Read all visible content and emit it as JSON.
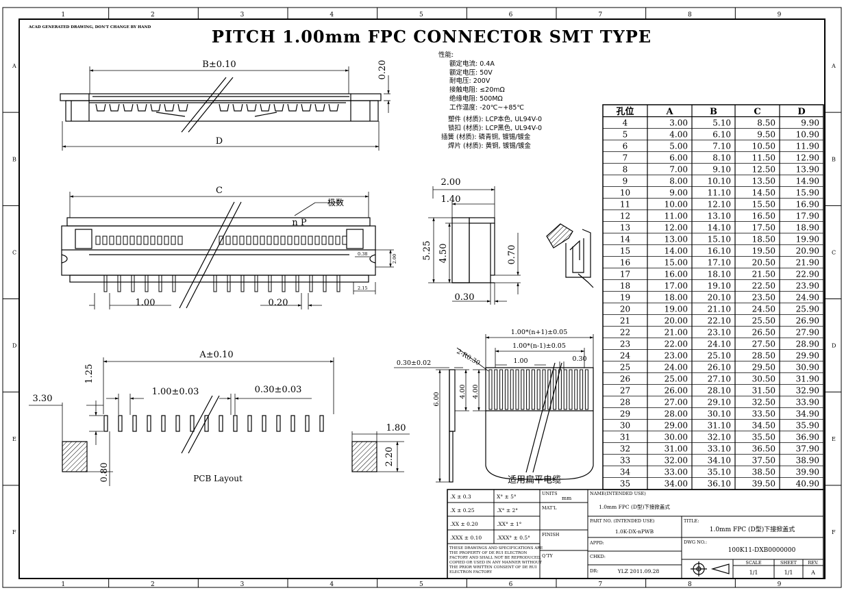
{
  "title": "PITCH 1.00mm FPC CONNECTOR SMT TYPE",
  "note_top_left": "ACAD GENERATED DRAWING, DON'T CHANGE BY HAND",
  "border": {
    "cols": [
      "1",
      "2",
      "3",
      "4",
      "5",
      "6",
      "7",
      "8",
      "9"
    ],
    "rows": [
      "A",
      "B",
      "C",
      "D",
      "E",
      "F"
    ]
  },
  "specs": {
    "heading": "性能:",
    "lines": [
      "额定电流: 0.4A",
      "额定电压: 50V",
      "耐电压: 200V",
      "接触电阻: ≤20mΩ",
      "绝缘电阻: 500MΩ",
      "工作温度: -20℃~+85℃"
    ],
    "materials": [
      "塑件 (材质): LCP本色, UL94V-0",
      "锁扣 (材质): LCP黑色, UL94V-0",
      "插簧 (材质): 磷青铜, 镀锡/镀金",
      "焊片 (材质): 黄铜, 镀锡/镀金"
    ]
  },
  "dims": {
    "b": "B±0.10",
    "h020": "0.20",
    "d": "D",
    "c": "C",
    "poles": "极数",
    "np": "n P",
    "p100": "1.00",
    "p020": "0.20",
    "s038": "0.38",
    "s200": "2.00",
    "s215": "2.15",
    "side200": "2.00",
    "side140": "1.40",
    "side525": "5.25",
    "side450": "4.50",
    "side070": "0.70",
    "side030": "0.30",
    "a": "A±0.10",
    "p125": "1.25",
    "p330": "3.30",
    "pitch": "1.00±0.03",
    "width": "0.30±0.03",
    "p180": "1.80",
    "p220": "2.20",
    "p080": "0.80",
    "pcb": "PCB Layout",
    "f1": "1.00*(n+1)±0.05",
    "f2": "1.00*(n-1)±0.05",
    "f3": "1.00",
    "f4": "0.30",
    "f5": "0.30±0.02",
    "f6": "2-R0.30",
    "f7": "6.00",
    "f8": "4.00",
    "f9": "4.00",
    "fpc": "适用扁平电缆"
  },
  "table": {
    "headers": [
      "孔位",
      "A",
      "B",
      "C",
      "D"
    ],
    "rows": [
      [
        "4",
        "3.00",
        "5.10",
        "8.50",
        "9.90"
      ],
      [
        "5",
        "4.00",
        "6.10",
        "9.50",
        "10.90"
      ],
      [
        "6",
        "5.00",
        "7.10",
        "10.50",
        "11.90"
      ],
      [
        "7",
        "6.00",
        "8.10",
        "11.50",
        "12.90"
      ],
      [
        "8",
        "7.00",
        "9.10",
        "12.50",
        "13.90"
      ],
      [
        "9",
        "8.00",
        "10.10",
        "13.50",
        "14.90"
      ],
      [
        "10",
        "9.00",
        "11.10",
        "14.50",
        "15.90"
      ],
      [
        "11",
        "10.00",
        "12.10",
        "15.50",
        "16.90"
      ],
      [
        "12",
        "11.00",
        "13.10",
        "16.50",
        "17.90"
      ],
      [
        "13",
        "12.00",
        "14.10",
        "17.50",
        "18.90"
      ],
      [
        "14",
        "13.00",
        "15.10",
        "18.50",
        "19.90"
      ],
      [
        "15",
        "14.00",
        "16.10",
        "19.50",
        "20.90"
      ],
      [
        "16",
        "15.00",
        "17.10",
        "20.50",
        "21.90"
      ],
      [
        "17",
        "16.00",
        "18.10",
        "21.50",
        "22.90"
      ],
      [
        "18",
        "17.00",
        "19.10",
        "22.50",
        "23.90"
      ],
      [
        "19",
        "18.00",
        "20.10",
        "23.50",
        "24.90"
      ],
      [
        "20",
        "19.00",
        "21.10",
        "24.50",
        "25.90"
      ],
      [
        "21",
        "20.00",
        "22.10",
        "25.50",
        "26.90"
      ],
      [
        "22",
        "21.00",
        "23.10",
        "26.50",
        "27.90"
      ],
      [
        "23",
        "22.00",
        "24.10",
        "27.50",
        "28.90"
      ],
      [
        "24",
        "23.00",
        "25.10",
        "28.50",
        "29.90"
      ],
      [
        "25",
        "24.00",
        "26.10",
        "29.50",
        "30.90"
      ],
      [
        "26",
        "25.00",
        "27.10",
        "30.50",
        "31.90"
      ],
      [
        "27",
        "26.00",
        "28.10",
        "31.50",
        "32.90"
      ],
      [
        "28",
        "27.00",
        "29.10",
        "32.50",
        "33.90"
      ],
      [
        "29",
        "28.00",
        "30.10",
        "33.50",
        "34.90"
      ],
      [
        "30",
        "29.00",
        "31.10",
        "34.50",
        "35.90"
      ],
      [
        "31",
        "30.00",
        "32.10",
        "35.50",
        "36.90"
      ],
      [
        "32",
        "31.00",
        "33.10",
        "36.50",
        "37.90"
      ],
      [
        "33",
        "32.00",
        "34.10",
        "37.50",
        "38.90"
      ],
      [
        "34",
        "33.00",
        "35.10",
        "38.50",
        "39.90"
      ],
      [
        "35",
        "34.00",
        "36.10",
        "39.50",
        "40.90"
      ]
    ]
  },
  "titleblock": {
    "tol": [
      [
        ".X  ±  0.3",
        "X°  ±  5°"
      ],
      [
        ".X  ±  0.25",
        ".X°  ±  2°"
      ],
      [
        ".XX  ±  0.20",
        ".XX°  ±  1°"
      ],
      [
        ".XXX  ±  0.10",
        ".XXX°  ±  0.5°"
      ]
    ],
    "notice": [
      "THESE DRAWINGS AND SPECIFICATIONS ARE",
      "THE PROPERTY OF DE RUI ELECTRON",
      "FACTORY AND SHALL NOT BE REPRODUCED,",
      "COPIED OR USED IN ANY MANNER WITHOUT",
      "THE PRIOR WRITTEN CONSENT OF DE RUI",
      "ELECTRON FACTORY"
    ],
    "units_label": "UNITS",
    "units": "mm",
    "matl": "MAT'L",
    "finish": "FINISH",
    "qty": "Q'TY",
    "name_label": "NAME(INTENDED USE)",
    "name": "1.0mm FPC (D型)下接掀盖式",
    "part_label": "PART NO. (INTENDED USE)",
    "part": "1.0K-DX-nPWB",
    "appd": "APPD:",
    "chkd": "CHKD:",
    "dr": "DR:",
    "dr_val": "YLZ 2011.09.28",
    "title_label": "TITLE:",
    "title": "1.0mm FPC (D型)下接掀盖式",
    "dwg_label": "DWG NO.:",
    "dwg": "100K11-DXB0000000",
    "scale_label": "SCALE",
    "sheet_label": "SHEET",
    "rev_label": "REV.",
    "scale": "1/1",
    "sheet": "1/1",
    "rev": "A"
  }
}
